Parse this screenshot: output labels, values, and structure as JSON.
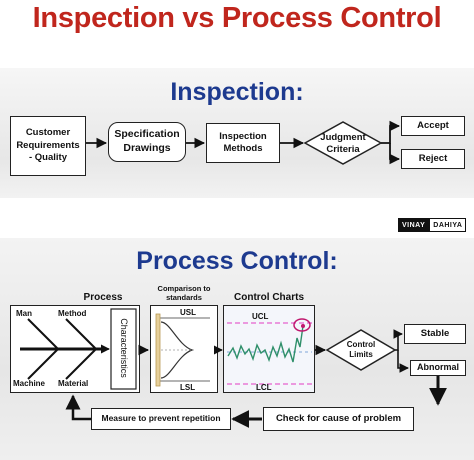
{
  "title": "Inspection vs Process Control",
  "inspection": {
    "heading": "Inspection:",
    "customer_requirements": "Customer\nRequirements\n- Quality",
    "specification_drawings": "Specification\nDrawings",
    "inspection_methods": "Inspection\nMethods",
    "judgment_criteria": "Judgment\nCriteria",
    "accept": "Accept",
    "reject": "Reject"
  },
  "logo": {
    "part1": "VINAY",
    "part2": "DAHIYA"
  },
  "process_control": {
    "heading": "Process Control:",
    "process_label": "Process",
    "comparison_label": "Comparison to\nstandards",
    "control_charts_label": "Control Charts",
    "fishbone": {
      "man": "Man",
      "method": "Method",
      "machine": "Machine",
      "material": "Material",
      "characteristics": "Characteristics"
    },
    "usl": "USL",
    "lsl": "LSL",
    "ucl": "UCL",
    "lcl": "LCL",
    "control_limits": "Control\nLimits",
    "stable": "Stable",
    "abnormal": "Abnormal",
    "check_cause": "Check for cause of problem",
    "measure_prevent": "Measure to prevent repetition"
  }
}
